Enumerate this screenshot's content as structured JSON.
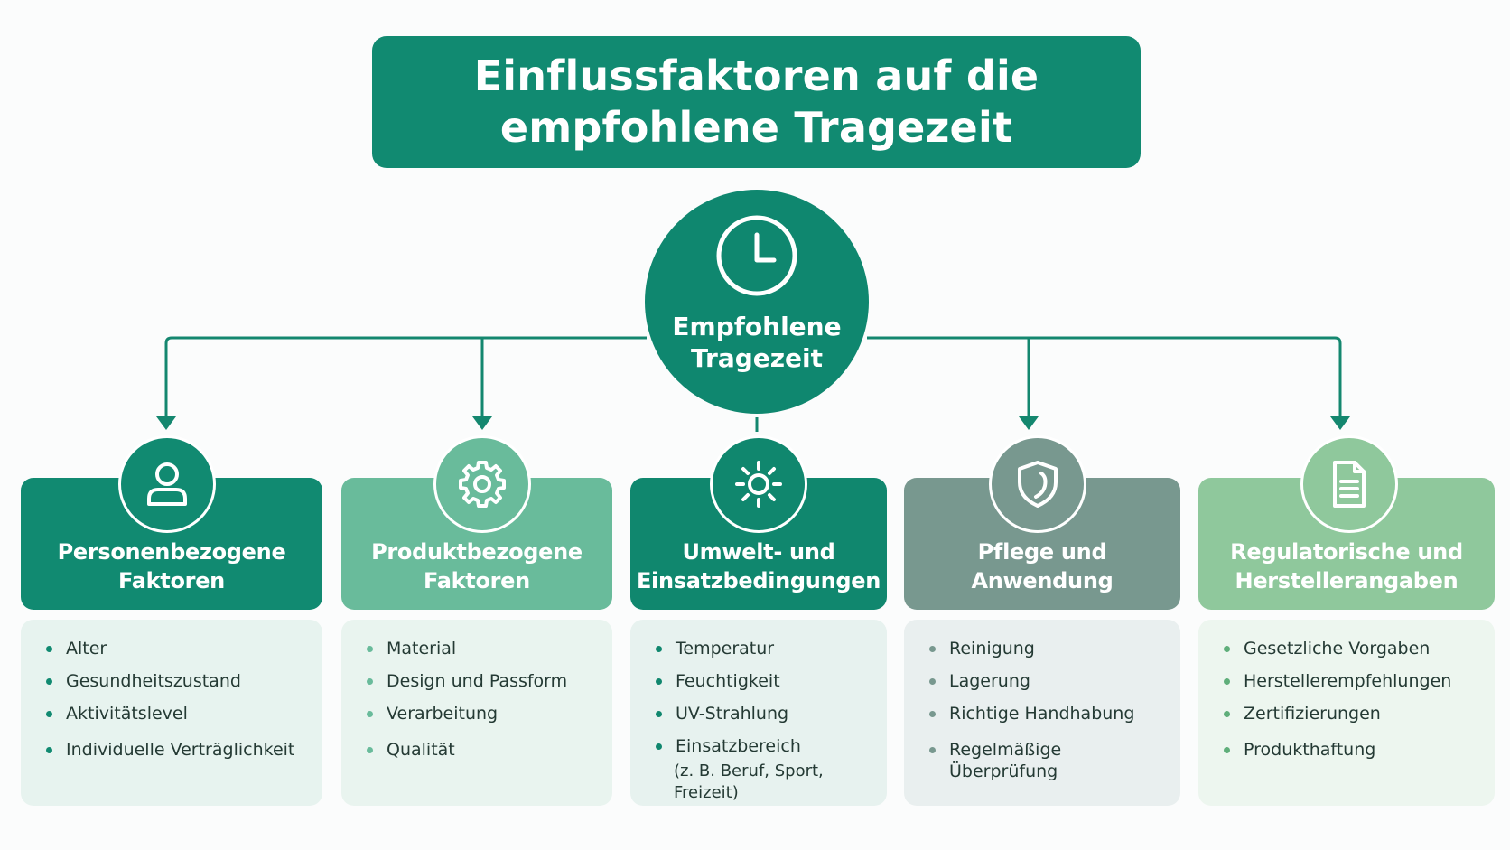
{
  "title": {
    "line1": "Einflussfaktoren auf die",
    "line2": "empfohlene Tragezeit"
  },
  "center": {
    "icon": "clock-icon",
    "line1": "Empfohlene",
    "line2": "Tragezeit"
  },
  "colors": {
    "primary": "#118a71",
    "product": "#69bb9b",
    "environment": "#10876e",
    "care": "#78988f",
    "regulatory": "#8fc89c"
  },
  "categories": [
    {
      "icon": "person-icon",
      "label1": "Personenbezogene",
      "label2": "Faktoren",
      "items": [
        "Alter",
        "Gesundheitszustand",
        "Aktivitätslevel",
        "Individuelle Verträglichkeit"
      ]
    },
    {
      "icon": "gear-icon",
      "label1": "Produktbezogene",
      "label2": "Faktoren",
      "items": [
        "Material",
        "Design und Passform",
        "Verarbeitung",
        "Qualität"
      ]
    },
    {
      "icon": "sun-icon",
      "label1": "Umwelt- und",
      "label2": "Einsatzbedingungen",
      "items": [
        "Temperatur",
        "Feuchtigkeit",
        "UV-Strahlung",
        "Einsatzbereich"
      ],
      "item4_sub": "(z. B. Beruf, Sport, Freizeit)"
    },
    {
      "icon": "shield-icon",
      "label1": "Pflege und",
      "label2": "Anwendung",
      "items": [
        "Reinigung",
        "Lagerung",
        "Richtige Handhabung",
        "Regelmäßige Überprüfung"
      ]
    },
    {
      "icon": "document-icon",
      "label1": "Regulatorische und",
      "label2": "Herstellerangaben",
      "items": [
        "Gesetzliche Vorgaben",
        "Herstellerempfehlungen",
        "Zertifizierungen",
        "Produkthaftung"
      ]
    }
  ]
}
